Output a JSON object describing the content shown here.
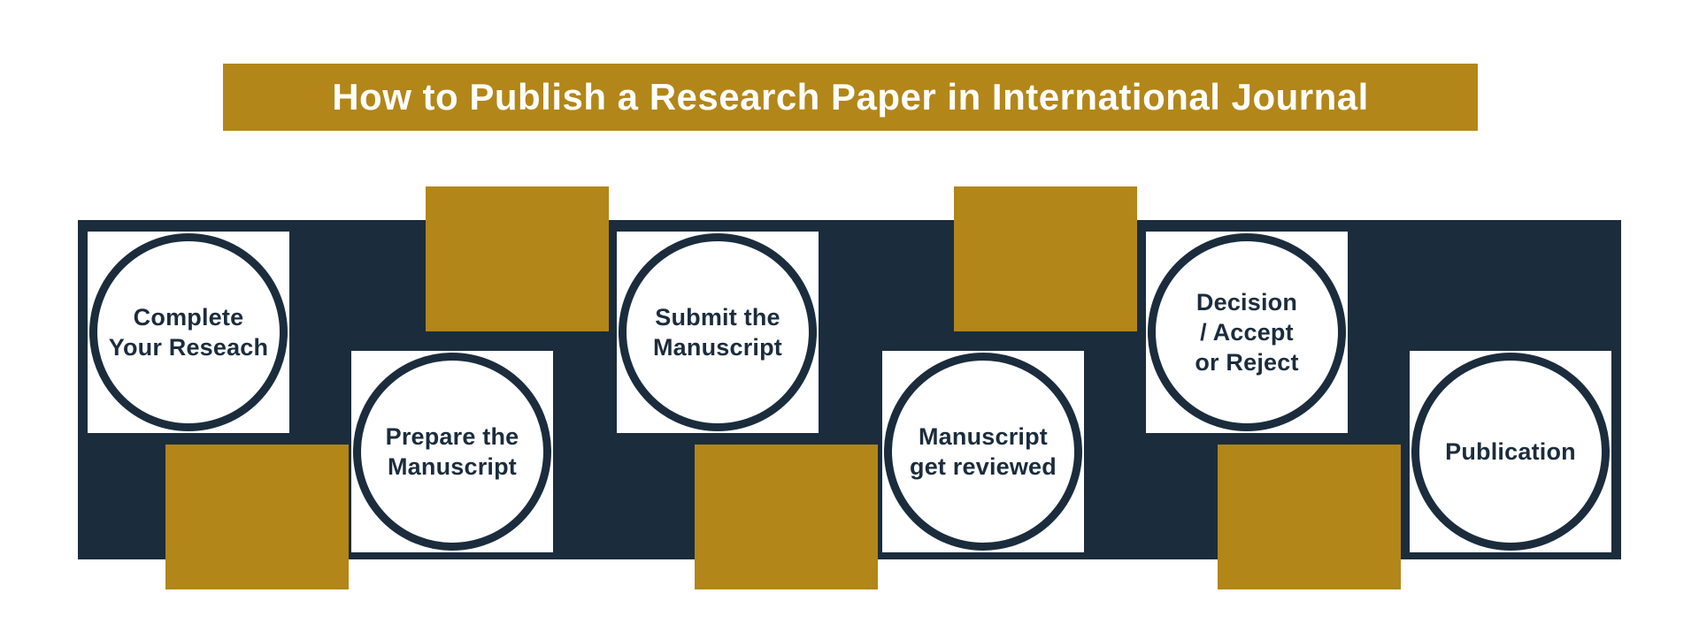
{
  "banner": {
    "title": "How to Publish a Research Paper in International Journal",
    "background_color": "#B28618",
    "text_color": "#FFFFFF"
  },
  "colors": {
    "navy_band": "#1B2C3D",
    "gold_accent": "#B28618",
    "circle_fill": "#FFFFFF",
    "page_background": "#FFFFFF"
  },
  "steps": [
    {
      "name": "complete-your-research",
      "lines": [
        "Complete",
        "Your Reseach"
      ],
      "placement": "high",
      "accent_square": "below"
    },
    {
      "name": "prepare-the-manuscript",
      "lines": [
        "Prepare the",
        "Manuscript"
      ],
      "placement": "low",
      "accent_square": "above"
    },
    {
      "name": "submit-the-manuscript",
      "lines": [
        "Submit the",
        "Manuscript"
      ],
      "placement": "high",
      "accent_square": "below"
    },
    {
      "name": "manuscript-get-reviewed",
      "lines": [
        "Manuscript",
        "get reviewed"
      ],
      "placement": "low",
      "accent_square": "above"
    },
    {
      "name": "decision-accept-or-reject",
      "lines": [
        "Decision",
        "/ Accept",
        "or Reject"
      ],
      "placement": "high",
      "accent_square": "below"
    },
    {
      "name": "publication",
      "lines": [
        "Publication"
      ],
      "placement": "low",
      "accent_square": "none"
    }
  ]
}
